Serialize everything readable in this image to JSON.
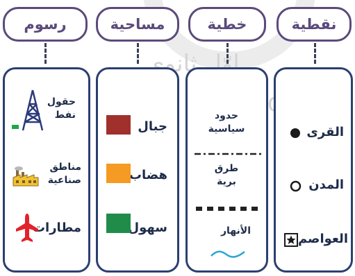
{
  "watermark": {
    "arabic": "اوّل ثانوي",
    "latin": "hulu.o"
  },
  "columns": {
    "point": {
      "heading": "نقطية",
      "items": [
        {
          "label": "القرى"
        },
        {
          "label": "المدن"
        },
        {
          "label": "العواصم"
        }
      ]
    },
    "line": {
      "heading": "خطية",
      "items": [
        {
          "label": "حدود سياسية"
        },
        {
          "label": "طرق برية"
        },
        {
          "label": "الأنهار"
        }
      ]
    },
    "area": {
      "heading": "مساحية",
      "items": [
        {
          "label": "جبال",
          "color": "#a0302c"
        },
        {
          "label": "هضاب",
          "color": "#f59a22"
        },
        {
          "label": "سهول",
          "color": "#1f8c4a"
        }
      ]
    },
    "symbols": {
      "heading": "رسوم",
      "items": [
        {
          "label": "حقول نفط",
          "icon": "oil-derrick-icon"
        },
        {
          "label": "مناطق صناعية",
          "icon": "factory-icon"
        },
        {
          "label": "مطارات",
          "icon": "airplane-icon"
        }
      ]
    }
  },
  "colors": {
    "heading_border": "#5b4a7a",
    "panel_border": "#2b3f70",
    "river": "#2aa6d6",
    "airplane": "#e3212b"
  }
}
